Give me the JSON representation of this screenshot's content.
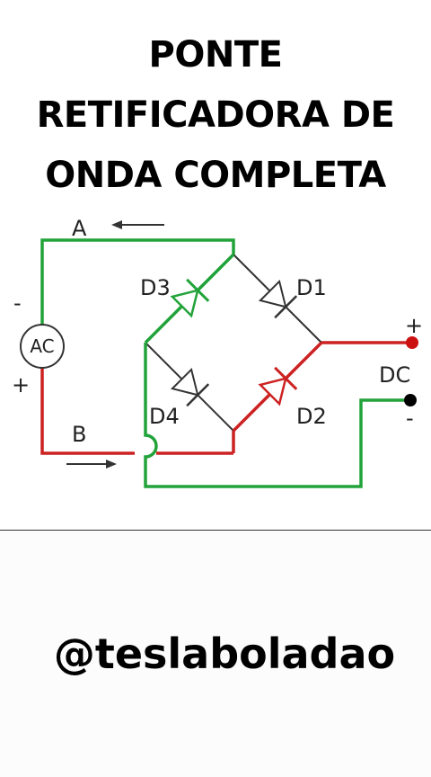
{
  "title": {
    "line1": "PONTE",
    "line2": "RETIFICADORA DE",
    "line3": "ONDA COMPLETA"
  },
  "diagram": {
    "labels": {
      "a": "A",
      "b": "B",
      "d1": "D1",
      "d2": "D2",
      "d3": "D3",
      "d4": "D4",
      "ac": "AC",
      "dc": "DC",
      "ac_minus": "-",
      "ac_plus": "+",
      "dc_plus": "+",
      "dc_minus": "-"
    },
    "colors": {
      "positive_path": "#cc2222",
      "negative_path": "#22a33a",
      "wire": "#333333",
      "dc_plus_terminal": "#cc1111",
      "dc_minus_terminal": "#000000"
    }
  },
  "footer": {
    "handle": "@teslaboladao"
  }
}
